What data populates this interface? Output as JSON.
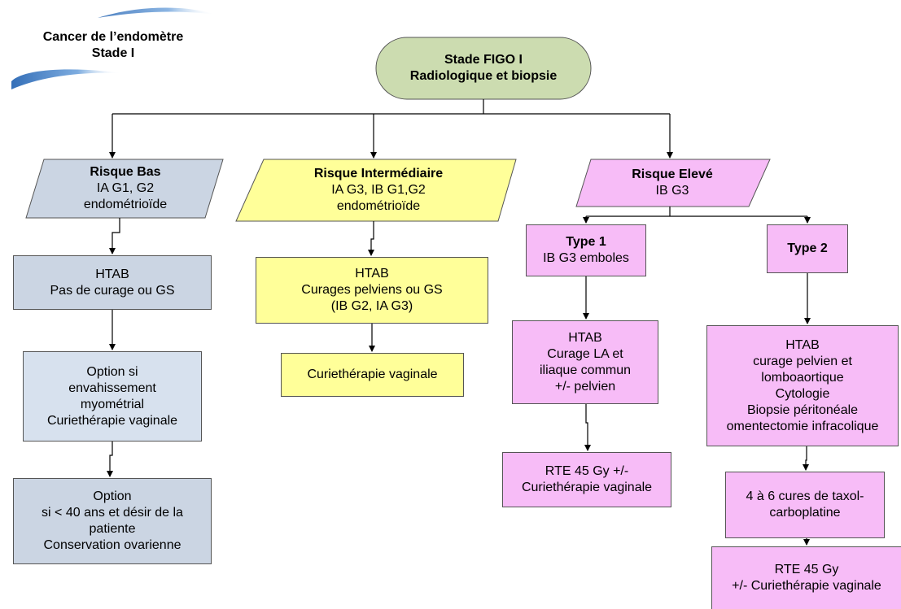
{
  "header": {
    "line1": "Cancer de l’endomètre",
    "line2": "Stade I"
  },
  "root": {
    "line1": "Stade FIGO I",
    "line2": "Radiologique et biopsie"
  },
  "low_risk": {
    "title": "Risque Bas",
    "line2": "IA G1, G2",
    "line3": "endométrioïde",
    "treatment": [
      "HTAB",
      "Pas de curage ou  GS"
    ],
    "option1": [
      "Option si",
      "envahissement",
      "myométrial",
      "Curiethérapie vaginale"
    ],
    "option2": [
      "Option",
      "si < 40 ans et désir de la",
      "patiente",
      "Conservation ovarienne"
    ]
  },
  "intermediate_risk": {
    "title": "Risque Intermédiaire",
    "line2": "IA G3, IB G1,G2",
    "line3": "endométrioïde",
    "treatment": [
      "HTAB",
      "Curages pelviens ou GS",
      "(IB G2, IA G3)"
    ],
    "followup": "Curiethérapie vaginale"
  },
  "high_risk": {
    "title": "Risque Elevé",
    "line2": "IB G3",
    "type1": {
      "title": "Type 1",
      "subtitle": "IB G3 emboles",
      "treatment": [
        "HTAB",
        "Curage LA et",
        "iliaque commun",
        "+/- pelvien"
      ],
      "followup": [
        "RTE 45 Gy +/-",
        "Curiethérapie vaginale"
      ]
    },
    "type2": {
      "title": "Type 2",
      "treatment": [
        "HTAB",
        "curage pelvien et",
        "lomboaortique",
        "Cytologie",
        "Biopsie péritonéale",
        "omentectomie infracolique"
      ],
      "chemo": [
        "4 à 6 cures de taxol-",
        "carboplatine"
      ],
      "followup": [
        "RTE 45 Gy",
        "+/- Curiethérapie vaginale"
      ]
    }
  },
  "colors": {
    "low": "#cbd5e3",
    "low_light": "#d7e1ee",
    "intermediate": "#ffff99",
    "high": "#f7bcf7",
    "root": "#ccdcb0"
  }
}
